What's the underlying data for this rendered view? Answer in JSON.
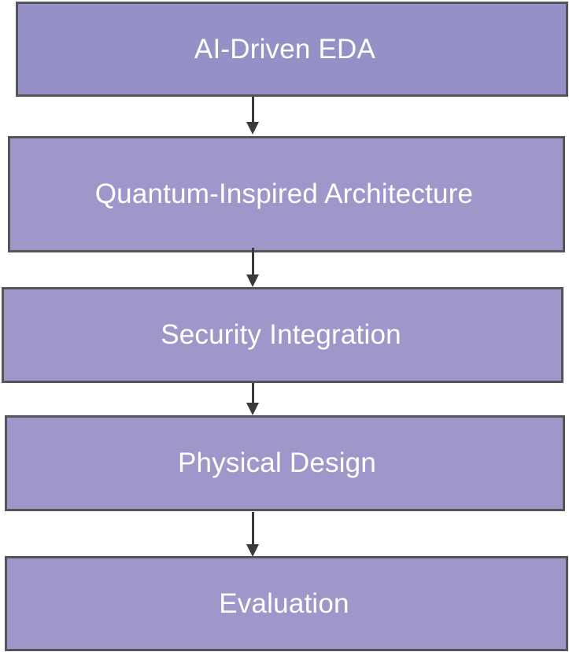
{
  "diagram": {
    "type": "flowchart",
    "direction": "top-to-bottom",
    "steps": [
      {
        "label": "AI-Driven EDA"
      },
      {
        "label": "Quantum-Inspired Architecture"
      },
      {
        "label": "Security Integration"
      },
      {
        "label": "Physical Design"
      },
      {
        "label": "Evaluation"
      }
    ],
    "edges": [
      {
        "from": "AI-Driven EDA",
        "to": "Quantum-Inspired Architecture"
      },
      {
        "from": "Quantum-Inspired Architecture",
        "to": "Security Integration"
      },
      {
        "from": "Security Integration",
        "to": "Physical Design"
      },
      {
        "from": "Physical Design",
        "to": "Evaluation"
      }
    ],
    "colors": {
      "first_box_fill": "#9590C5",
      "box_fill": "#9D98C9",
      "border": "#555558",
      "arrow": "#3a3a3c",
      "text": "#ffffff"
    }
  }
}
